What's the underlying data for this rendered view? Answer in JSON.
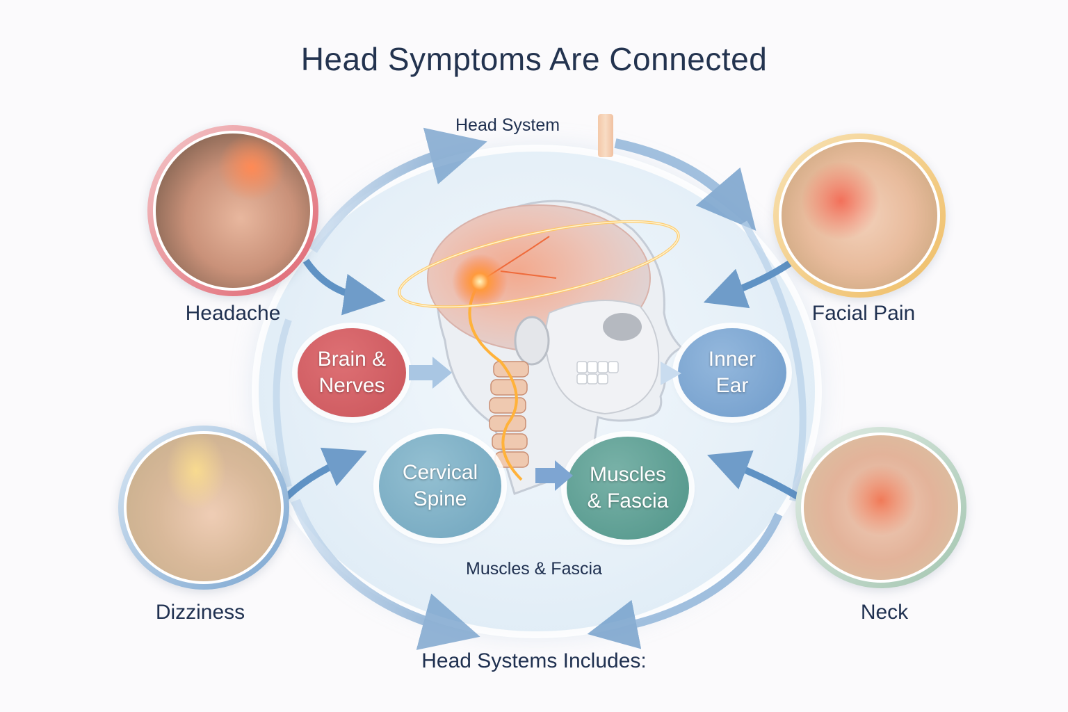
{
  "title": "Head Symptoms Are Connected",
  "top_label": "Head System",
  "bottom_inner_label": "Muscles & Fascia",
  "footer_label": "Head Systems Includes:",
  "symptoms": [
    {
      "label": "Headache",
      "ring_color": "#e06a72",
      "position": "top-left",
      "image": "woman-holding-forehead-pain-glow"
    },
    {
      "label": "Facial Pain",
      "ring_color": "#f0c070",
      "position": "top-right",
      "image": "woman-holding-jaw-red-glow"
    },
    {
      "label": "Dizziness",
      "ring_color": "#7aa5d0",
      "position": "bottom-left",
      "image": "woman-holding-temple-swirl"
    },
    {
      "label": "Neck",
      "ring_color": "#a8c8b4",
      "position": "bottom-right",
      "image": "hand-on-neck-nerves-glow"
    }
  ],
  "systems": [
    {
      "line1": "Brain &",
      "line2": "Nerves",
      "color": "#d35f63"
    },
    {
      "line1": "Inner",
      "line2": "Ear",
      "color": "#7ea7d2"
    },
    {
      "line1": "Cervical",
      "line2": "Spine",
      "color": "#7fb0c6"
    },
    {
      "line1": "Muscles",
      "line2": "& Fascia",
      "color": "#5fa096"
    }
  ],
  "center_illustration": "head-skull-brain-spine-nerve-glow",
  "arrow_color": "#6f9cc9",
  "icons": [
    "curved-arrow",
    "block-arrow",
    "orbit-ring",
    "pain-burst"
  ]
}
